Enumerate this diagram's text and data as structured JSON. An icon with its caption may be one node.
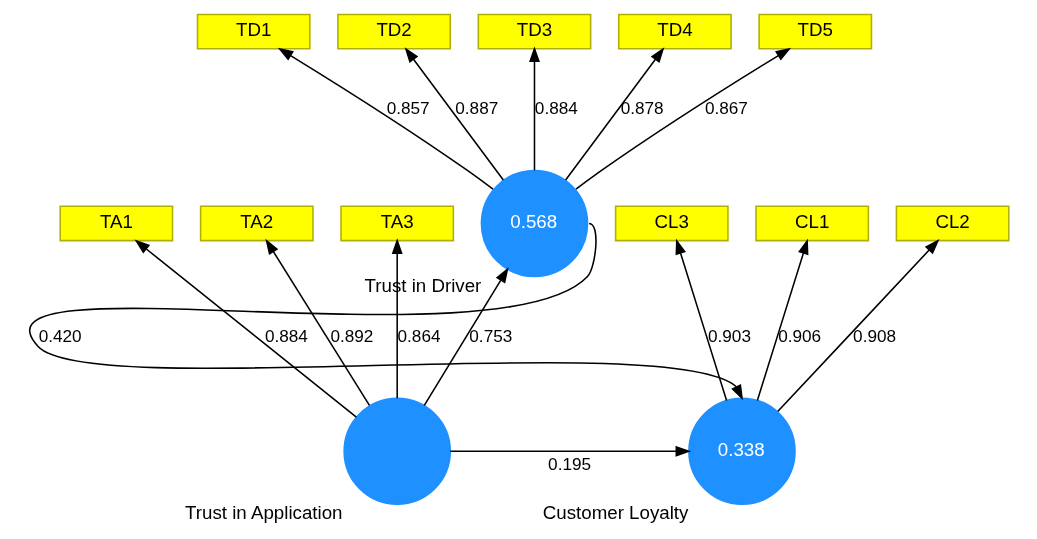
{
  "diagram": {
    "nodes": [
      {
        "text": [
          "TD1"
        ]
      },
      {
        "text": [
          "TD2"
        ]
      },
      {
        "text": [
          "TD3"
        ]
      },
      {
        "text": [
          "TD4"
        ]
      },
      {
        "text": [
          "TD5"
        ]
      },
      {
        "text": [
          "0.568"
        ],
        "beside": [
          "Trust in Driver"
        ]
      },
      {
        "text": [
          "TA1"
        ]
      },
      {
        "text": [
          "TA2"
        ]
      },
      {
        "text": [
          "TA3"
        ]
      },
      {
        "text": [],
        "shape": "circle",
        "beside": [
          "Trust in Application"
        ]
      },
      {
        "text": [
          "0.338"
        ],
        "beside": [
          "Customer Loyalty"
        ]
      },
      {
        "text": [
          "CL1"
        ]
      },
      {
        "text": [
          "CL2"
        ]
      },
      {
        "text": [
          "CL3"
        ]
      }
    ],
    "edges": [
      {
        "from": 5,
        "to": 0,
        "arrow": "to",
        "label": "0.857"
      },
      {
        "from": 5,
        "to": 1,
        "arrow": "to",
        "label": "0.887"
      },
      {
        "from": 5,
        "to": 2,
        "arrow": "to",
        "label": "0.884"
      },
      {
        "from": 5,
        "to": 3,
        "arrow": "to",
        "label": "0.878"
      },
      {
        "from": 5,
        "to": 4,
        "arrow": "to",
        "label": "0.867"
      },
      {
        "from": 9,
        "to": 5,
        "arrow": "to",
        "label": "0.753"
      },
      {
        "from": 5,
        "to": 10,
        "arrow": "to",
        "label": "0.420"
      },
      {
        "from": 9,
        "to": 6,
        "arrow": "to",
        "label": "0.884"
      },
      {
        "from": 9,
        "to": 7,
        "arrow": "to",
        "label": "0.892"
      },
      {
        "from": 9,
        "to": 8,
        "arrow": "to",
        "label": "0.864"
      },
      {
        "from": 9,
        "to": 10,
        "arrow": "to",
        "label": "0.195"
      },
      {
        "from": 10,
        "to": 11,
        "arrow": "to",
        "label": "0.906"
      },
      {
        "from": 10,
        "to": 12,
        "arrow": "to",
        "label": "0.908"
      },
      {
        "from": 10,
        "to": 13,
        "arrow": "to",
        "label": "0.903"
      }
    ]
  }
}
